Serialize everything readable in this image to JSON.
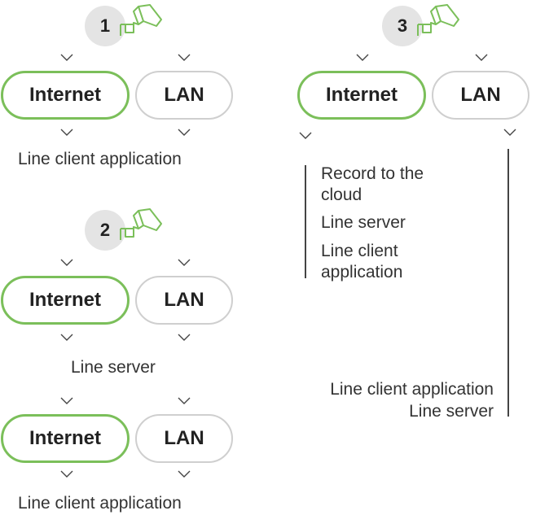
{
  "scenarios": [
    {
      "number": "1",
      "rows": [
        {
          "internet": "Internet",
          "lan": "LAN",
          "destination": "Line client application"
        }
      ]
    },
    {
      "number": "2",
      "rows": [
        {
          "internet": "Internet",
          "lan": "LAN",
          "destination": "Line server"
        },
        {
          "internet": "Internet",
          "lan": "LAN",
          "destination": "Line client application"
        }
      ]
    },
    {
      "number": "3",
      "internet": "Internet",
      "lan": "LAN",
      "internet_destinations": [
        "Record to the cloud",
        "Line server",
        "Line client application"
      ],
      "lan_destinations": [
        "Line client application",
        "Line server"
      ]
    }
  ],
  "colors": {
    "accent_green": "#7bbf5a",
    "badge_bg": "#e4e4e4",
    "lan_border": "#cfcfcf"
  },
  "icons": [
    "camera-icon",
    "chevron-down-icon"
  ]
}
